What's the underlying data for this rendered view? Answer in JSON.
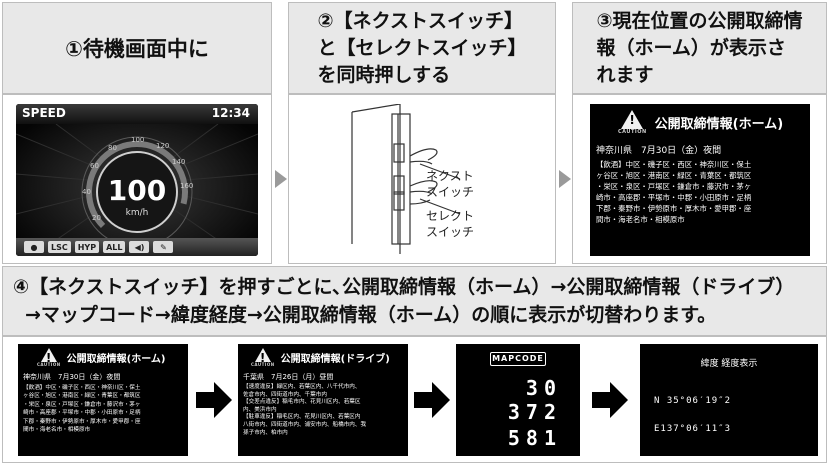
{
  "steps": {
    "step1": {
      "text": "①待機画面中に"
    },
    "step2": {
      "line1": "②【ネクストスイッチ】",
      "line2": "と【セレクトスイッチ】",
      "line3": "を同時押しする"
    },
    "step3": {
      "line1": "③現在位置の公開取締情",
      "line2": "報（ホーム）が表示さ",
      "line3": "れます"
    },
    "step4": {
      "line1": "④【ネクストスイッチ】を押すごとに､公開取締情報（ホーム）→公開取締情報（ドライブ）",
      "line2": "→マップコード→緯度経度→公開取締情報（ホーム）の順に表示が切替わります。"
    }
  },
  "speed_screen": {
    "label": "SPEED",
    "time": "12:34",
    "value": "100",
    "unit": "km/h",
    "ticks": [
      "20",
      "40",
      "60",
      "80",
      "100",
      "120",
      "140",
      "160"
    ],
    "buttons": [
      "LSC",
      "HYP",
      "ALL"
    ]
  },
  "device": {
    "next_label_1": "ネクスト",
    "next_label_2": "スイッチ",
    "select_label_1": "セレクト",
    "select_label_2": "スイッチ"
  },
  "home_info": {
    "caution": "CAUTION",
    "title": "公開取締情報(ホーム)",
    "date_line": "神奈川県　7月30日（金）夜間",
    "body_lines": [
      "【飲酒】中区・磯子区・西区・神奈川区・保土",
      "ヶ谷区・旭区・港南区・緑区・青葉区・都筑区",
      "・栄区・泉区・戸塚区・鎌倉市・藤沢市・茅ヶ",
      "崎市・高座郡・平塚市・中郡・小田原市・足柄",
      "下郡・秦野市・伊勢原市・厚木市・愛甲郡・座",
      "間市・海老名市・相模原市"
    ]
  },
  "drive_info": {
    "caution": "CAUTION",
    "title": "公開取締情報(ドライブ)",
    "date_line": "千葉県　7月26日（月）昼間",
    "body_lines": [
      "【速度違反】緑区内、若葉区内、八千代市内、",
      "佐倉市内、四街道市内、千葉市内",
      "【交差点違反】稲毛市内、花見川区内、若葉区",
      "内、美浜市内",
      "【駐車違反】稲毛区内、花見川区内、若葉区内",
      "八街市内、四街道市内、浦安市内、船橋市内、我",
      "孫子市内、柏市内"
    ]
  },
  "mapcode": {
    "logo": "MAPCODE",
    "line1": "30",
    "line2": "372",
    "line3": "581"
  },
  "latlon": {
    "title": "緯度 経度表示",
    "lat": "N  35°06′19″2",
    "lon": "E137°06′11″3"
  }
}
